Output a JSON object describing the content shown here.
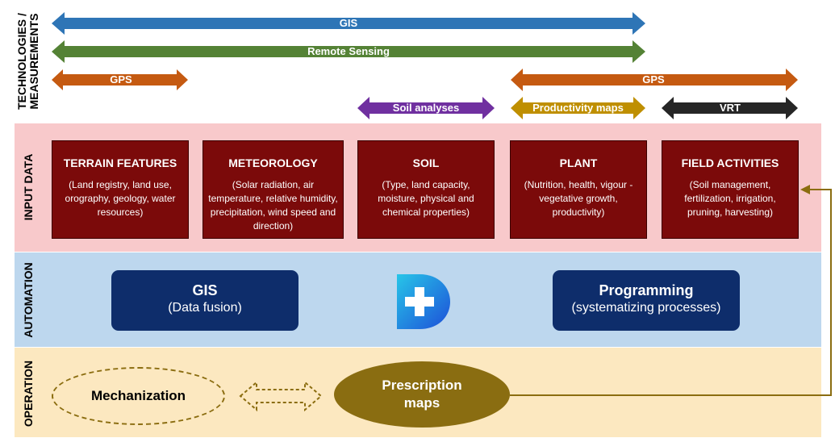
{
  "rows": {
    "technologies_line1": "TECHNOLOGIES /",
    "technologies_line2": "MEASUREMENTS",
    "input_data": "INPUT DATA",
    "automation": "AUTOMATION",
    "operation": "OPERATION"
  },
  "technologies": {
    "gis": "GIS",
    "remote_sensing": "Remote Sensing",
    "gps_left": "GPS",
    "gps_right": "GPS",
    "soil_analyses": "Soil analyses",
    "productivity_maps": "Productivity maps",
    "vrt": "VRT"
  },
  "input_boxes": [
    {
      "title": "TERRAIN FEATURES",
      "desc": "(Land registry, land use, orography,  geology, water resources)"
    },
    {
      "title": "METEOROLOGY",
      "desc": "(Solar radiation, air temperature, relative humidity, precipitation, wind speed and direction)"
    },
    {
      "title": "SOIL",
      "desc": "(Type, land capacity, moisture, physical and chemical properties)"
    },
    {
      "title": "PLANT",
      "desc": "(Nutrition, health, vigour - vegetative growth, productivity)"
    },
    {
      "title": "FIELD ACTIVITIES",
      "desc": "(Soil management, fertilization, irrigation, pruning, harvesting)"
    }
  ],
  "automation": {
    "gis_title": "GIS",
    "gis_desc": "(Data fusion)",
    "prog_title": "Programming",
    "prog_desc": "(systematizing processes)"
  },
  "operation": {
    "mechanization": "Mechanization",
    "prescription_line1": "Prescription",
    "prescription_line2": "maps"
  },
  "colors": {
    "gis_arrow": "#2e75b6",
    "remote_sensing_arrow": "#548235",
    "gps_arrow": "#c55a11",
    "soil_arrow": "#7030a0",
    "productivity_arrow": "#bf8f00",
    "vrt_arrow": "#262626",
    "input_box": "#7b0a0a",
    "automation_box": "#0e2d6b",
    "prescription": "#8a6d11"
  }
}
